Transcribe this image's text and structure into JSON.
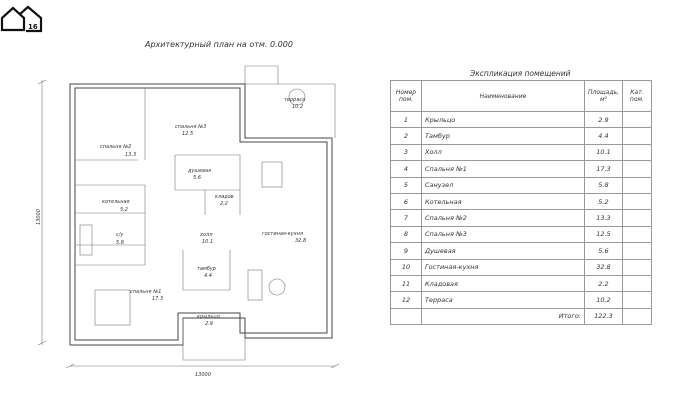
{
  "logo": {
    "text": "16"
  },
  "title": "Архитектурный план на отм. 0.000",
  "plan": {
    "dim_vertical": "13000",
    "dim_horizontal": "13000",
    "rooms": [
      {
        "name": "терраса",
        "area": "10.2"
      },
      {
        "name": "спальня №3",
        "area": "12.5"
      },
      {
        "name": "спальня №2",
        "area": "13.3"
      },
      {
        "name": "душевая",
        "area": "5.6"
      },
      {
        "name": "котельная",
        "area": "5.2"
      },
      {
        "name": "кладов",
        "area": "2.2"
      },
      {
        "name": "с/у",
        "area": "5.8"
      },
      {
        "name": "холл",
        "area": "10.1"
      },
      {
        "name": "гостиная-кухня",
        "area": "32.8"
      },
      {
        "name": "тамбур",
        "area": "4.4"
      },
      {
        "name": "спальня №1",
        "area": "17.3"
      },
      {
        "name": "крыльцо",
        "area": "2.9"
      }
    ]
  },
  "table": {
    "title": "Экспликация помещений",
    "headers": [
      "Номер пом.",
      "Наименование",
      "Площадь, м²",
      "Кат. пом."
    ],
    "rows": [
      {
        "n": "1",
        "name": "Крыльцо",
        "area": "2.9"
      },
      {
        "n": "2",
        "name": "Тамбур",
        "area": "4.4"
      },
      {
        "n": "3",
        "name": "Холл",
        "area": "10.1"
      },
      {
        "n": "4",
        "name": "Спальня №1",
        "area": "17.3"
      },
      {
        "n": "5",
        "name": "Санузел",
        "area": "5.8"
      },
      {
        "n": "6",
        "name": "Котельная",
        "area": "5.2"
      },
      {
        "n": "7",
        "name": "Спальня №2",
        "area": "13.3"
      },
      {
        "n": "8",
        "name": "Спальня №3",
        "area": "12.5"
      },
      {
        "n": "9",
        "name": "Душевая",
        "area": "5.6"
      },
      {
        "n": "10",
        "name": "Гостиная-кухня",
        "area": "32.8"
      },
      {
        "n": "11",
        "name": "Кладовая",
        "area": "2.2"
      },
      {
        "n": "12",
        "name": "Терраса",
        "area": "10.2"
      }
    ],
    "total_label": "Итого:",
    "total": "122.3"
  }
}
